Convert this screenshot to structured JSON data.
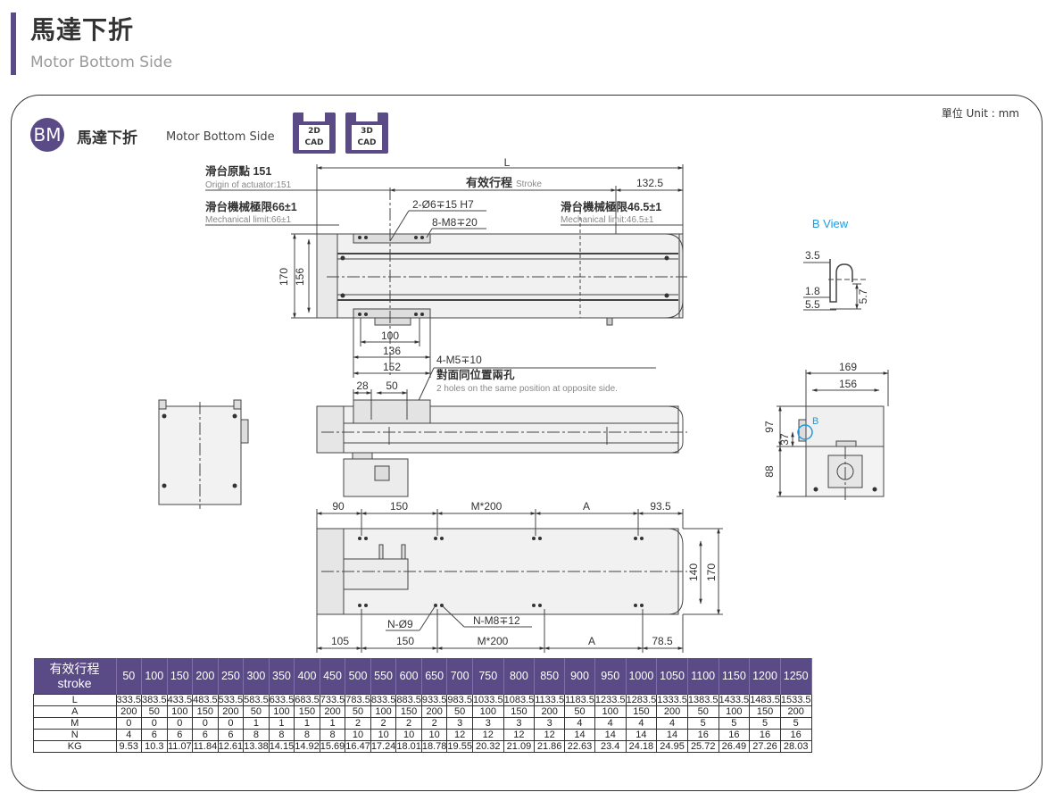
{
  "header": {
    "title": "馬達下折",
    "subtitle": "Motor Bottom Side"
  },
  "section": {
    "badge": "BM",
    "title": "馬達下折",
    "subtitle": "Motor Bottom Side",
    "unit": "單位 Unit : mm"
  },
  "cad": [
    {
      "top": "2D",
      "bottom": "CAD"
    },
    {
      "top": "3D",
      "bottom": "CAD"
    }
  ],
  "drawing": {
    "L": "L",
    "stroke_cn": "有效行程",
    "stroke_en": "Stroke",
    "d132_5": "132.5",
    "origin_cn": "滑台原點 151",
    "origin_en": "Origin of actuator:151",
    "mech_left_cn": "滑台機械極限66±1",
    "mech_left_en": "Mechanical limit:66±1",
    "mech_right_cn": "滑台機械極限46.5±1",
    "mech_right_en": "Mechanical limit:46.5±1",
    "hole1": "2-Ø6∓15 H7",
    "hole2": "8-M8∓20",
    "h170": "170",
    "h156": "156",
    "d100": "100",
    "d136": "136",
    "d152": "152",
    "m5": "4-M5∓10",
    "m5_cn": "對面同位置兩孔",
    "m5_en": "2 holes on the same position at opposite side.",
    "d28": "28",
    "d50": "50",
    "bview": "B View",
    "b35": "3.5",
    "b18": "1.8",
    "b55": "5.5",
    "b57": "5.7",
    "e169": "169",
    "e156": "156",
    "e97": "97",
    "e37": "37",
    "e88": "88",
    "bmark": "B",
    "t90": "90",
    "t150": "150",
    "tM": "M*200",
    "tA": "A",
    "t935": "93.5",
    "r140": "140",
    "r170": "170",
    "n9": "N-Ø9",
    "nm8": "N-M8∓12",
    "b105": "105",
    "b150": "150",
    "bM": "M*200",
    "bA": "A",
    "b785": "78.5"
  },
  "table": {
    "head_cn": "有效行程",
    "head_en": "stroke",
    "strokes": [
      "50",
      "100",
      "150",
      "200",
      "250",
      "300",
      "350",
      "400",
      "450",
      "500",
      "550",
      "600",
      "650",
      "700",
      "750",
      "800",
      "850",
      "900",
      "950",
      "1000",
      "1050",
      "1100",
      "1150",
      "1200",
      "1250"
    ],
    "rows": [
      {
        "label": "L",
        "values": [
          "333.5",
          "383.5",
          "433.5",
          "483.5",
          "533.5",
          "583.5",
          "633.5",
          "683.5",
          "733.5",
          "783.5",
          "833.5",
          "883.5",
          "933.5",
          "983.5",
          "1033.5",
          "1083.5",
          "1133.5",
          "1183.5",
          "1233.5",
          "1283.5",
          "1333.5",
          "1383.5",
          "1433.5",
          "1483.5",
          "1533.5"
        ]
      },
      {
        "label": "A",
        "values": [
          "200",
          "50",
          "100",
          "150",
          "200",
          "50",
          "100",
          "150",
          "200",
          "50",
          "100",
          "150",
          "200",
          "50",
          "100",
          "150",
          "200",
          "50",
          "100",
          "150",
          "200",
          "50",
          "100",
          "150",
          "200"
        ]
      },
      {
        "label": "M",
        "values": [
          "0",
          "0",
          "0",
          "0",
          "0",
          "1",
          "1",
          "1",
          "1",
          "2",
          "2",
          "2",
          "2",
          "3",
          "3",
          "3",
          "3",
          "4",
          "4",
          "4",
          "4",
          "5",
          "5",
          "5",
          "5"
        ]
      },
      {
        "label": "N",
        "values": [
          "4",
          "6",
          "6",
          "6",
          "6",
          "8",
          "8",
          "8",
          "8",
          "10",
          "10",
          "10",
          "10",
          "12",
          "12",
          "12",
          "12",
          "14",
          "14",
          "14",
          "14",
          "16",
          "16",
          "16",
          "16"
        ]
      },
      {
        "label": "KG",
        "values": [
          "9.53",
          "10.3",
          "11.07",
          "11.84",
          "12.61",
          "13.38",
          "14.15",
          "14.92",
          "15.69",
          "16.47",
          "17.24",
          "18.01",
          "18.78",
          "19.55",
          "20.32",
          "21.09",
          "21.86",
          "22.63",
          "23.4",
          "24.18",
          "24.95",
          "25.72",
          "26.49",
          "27.26",
          "28.03"
        ]
      }
    ]
  }
}
